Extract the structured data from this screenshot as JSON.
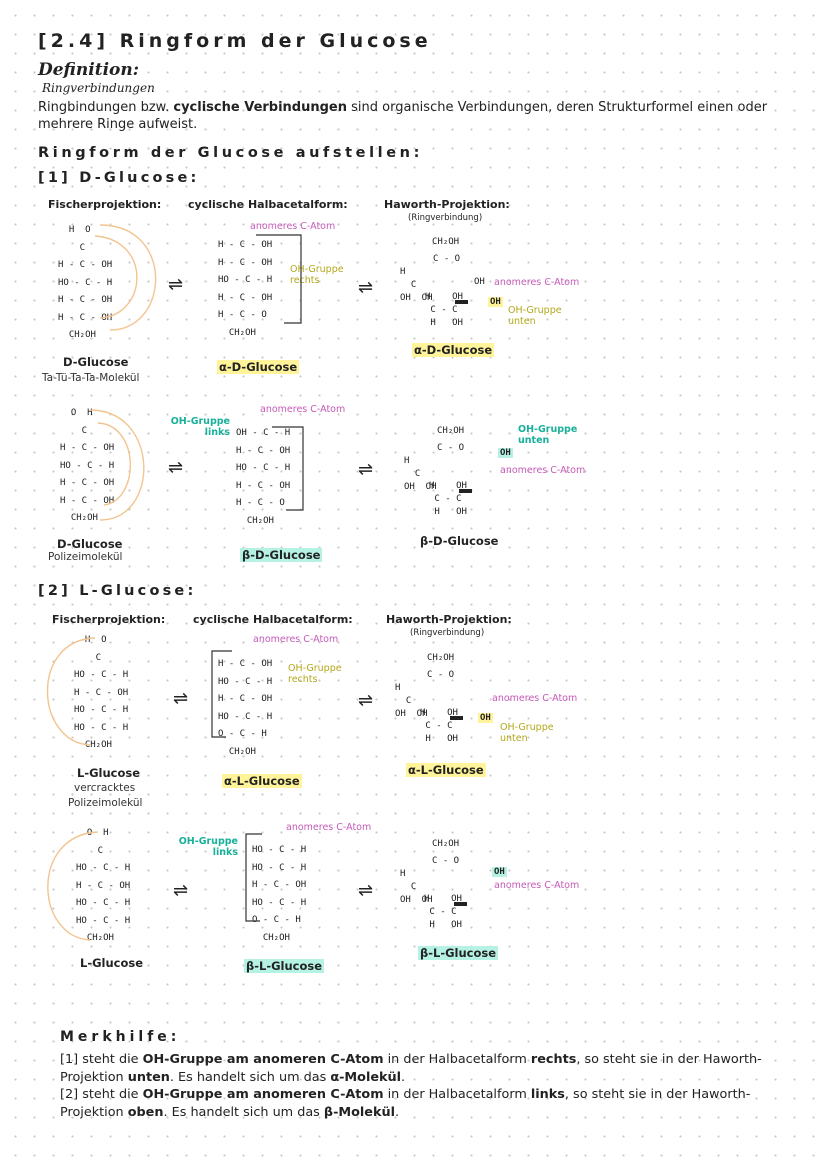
{
  "page": {
    "title": "[2.4] Ringform der Glucose",
    "definition_heading": "Definition:",
    "definition_subheading": "Ringverbindungen",
    "definition_text_1": "Ringbindungen bzw. ",
    "definition_text_bold": "cyclische Verbindungen",
    "definition_text_2": " sind organische Verbindungen, deren Strukturformel einen oder mehrere Ringe aufweist.",
    "section_heading": "Ringform der Glucose aufstellen:"
  },
  "labels": {
    "fischer": "Fischerprojektion:",
    "cyclic": "cyclische Halbacetalform:",
    "haworth": "Haworth-Projektion:",
    "ringverbindung": "(Ringverbindung)",
    "anomer": "anomeres C-Atom",
    "oh_gruppe": "OH-Gruppe",
    "rechts": "rechts",
    "links": "links",
    "unten": "unten",
    "equilibrium": "⇌"
  },
  "d_glucose": {
    "heading": "[1] D-Glucose:",
    "alpha": {
      "fischer_name": "D-Glucose",
      "fischer_caption": "Ta-Tü-Ta-Ta-Molekül",
      "cyclic_name": "α-D-Glucose",
      "haworth_name": "α-D-Glucose"
    },
    "beta": {
      "fischer_name": "D-Glucose",
      "fischer_caption": "Polizeimolekül",
      "cyclic_name": "β-D-Glucose",
      "haworth_name": "β-D-Glucose"
    }
  },
  "l_glucose": {
    "heading": "[2] L-Glucose:",
    "alpha": {
      "fischer_name": "L-Glucose",
      "fischer_caption_1": "vercracktes",
      "fischer_caption_2": "Polizeimolekül",
      "cyclic_name": "α-L-Glucose",
      "haworth_name": "α-L-Glucose"
    },
    "beta": {
      "fischer_name": "L-Glucose",
      "cyclic_name": "β-L-Glucose",
      "haworth_name": "β-L-Glucose"
    }
  },
  "molecules": {
    "fischer_d_alpha": "  H  O\n    C\nH - C - OH\nHO - C - H\nH - C - OH\nH - C - OH\n  CH₂OH",
    "fischer_d_beta": "  O  H\n    C\nH - C - OH\nHO - C - H\nH - C - OH\nH - C - OH\n  CH₂OH",
    "cyclic_d_alpha": "H - C - OH\nH - C - OH\nHO - C - H\nH - C - OH\nH - C - O\n  CH₂OH",
    "cyclic_d_beta": "OH - C - H\nH - C - OH\nHO - C - H\nH - C - OH\nH - C - O\n  CH₂OH",
    "fischer_l_alpha": "  H  O\n    C\nHO - C - H\nH - C - OH\nHO - C - H\nHO - C - H\n  CH₂OH",
    "fischer_l_beta": "  O  H\n    C\nHO - C - H\nH - C - OH\nHO - C - H\nHO - C - H\n  CH₂OH",
    "cyclic_l_alpha": "H - C - OH\nHO - C - H\nH - C - OH\nHO - C - H\nO - C - H\n  CH₂OH",
    "cyclic_l_beta": "HO - C - H\nHO - C - H\nH - C - OH\nHO - C - H\nO - C - H\n  CH₂OH",
    "haworth_ch2oh": "CH₂OH",
    "haworth_ring_o": "C - O",
    "haworth_left": "H\n  C\nOH  OH",
    "haworth_bottom": "H    OH\n C - C\n H   OH",
    "haworth_c1_h": "H",
    "haworth_c1_oh": "OH"
  },
  "merkhilfe": {
    "heading": "Merkhilfe:",
    "p1_a": "[1] steht die ",
    "p1_b": "OH-Gruppe am anomeren C-Atom",
    "p1_c": " in der Halbacetalform ",
    "p1_d": "rechts",
    "p1_e": ", so steht sie in der Haworth-Projektion ",
    "p1_f": "unten",
    "p1_g": ". Es handelt sich um das ",
    "p1_h": "α-Molekül",
    "p1_i": ".",
    "p2_a": "[2] steht die ",
    "p2_b": "OH-Gruppe am anomeren C-Atom",
    "p2_c": " in der Halbacetalform ",
    "p2_d": "links",
    "p2_e": ", so steht sie in der Haworth-Projektion ",
    "p2_f": "oben",
    "p2_g": ". Es handelt sich um das ",
    "p2_h": "β-Molekül",
    "p2_i": "."
  },
  "colors": {
    "pink": "#c65ab8",
    "yellow": "#fff49a",
    "teal": "#18b09a",
    "orange": "#f2c48f"
  }
}
